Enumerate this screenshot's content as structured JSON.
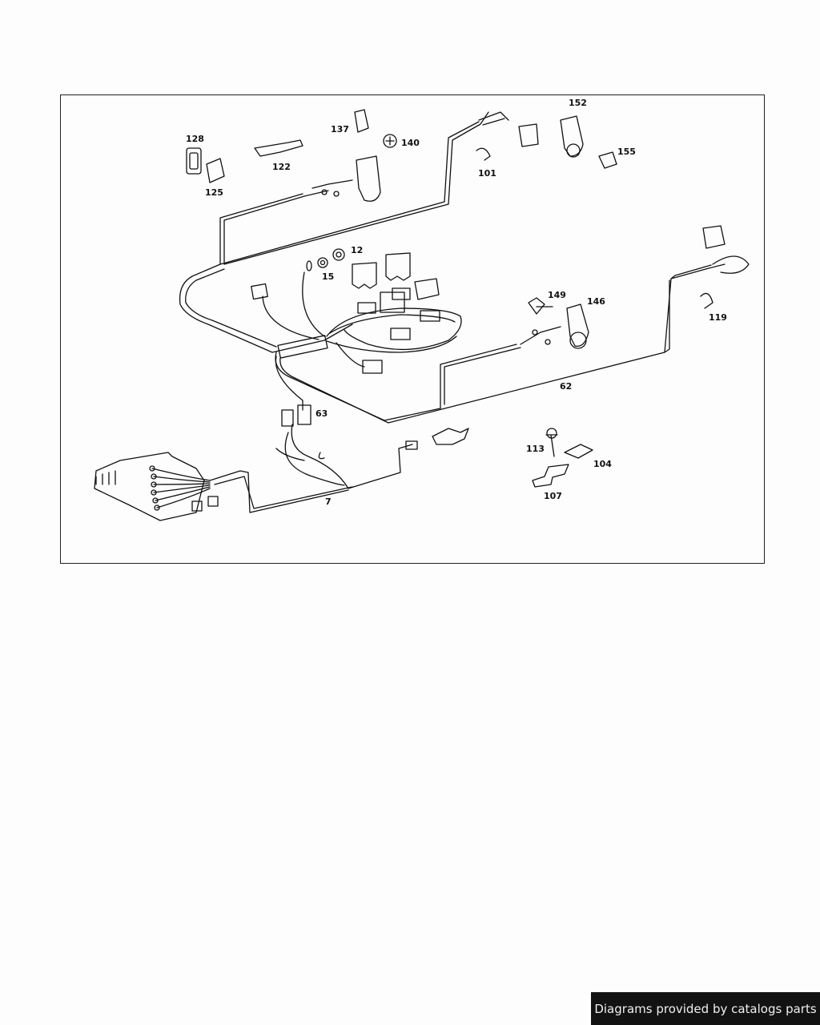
{
  "diagram": {
    "part_labels": [
      "152",
      "137",
      "140",
      "128",
      "155",
      "101",
      "122",
      "125",
      "12",
      "15",
      "149",
      "146",
      "119",
      "62",
      "63",
      "113",
      "104",
      "107",
      "7"
    ]
  },
  "footer": {
    "credit": "Diagrams provided by catalogs parts"
  },
  "colors": {
    "line": "#111111",
    "background": "#fdfdfd",
    "credit_bg": "#121212"
  }
}
